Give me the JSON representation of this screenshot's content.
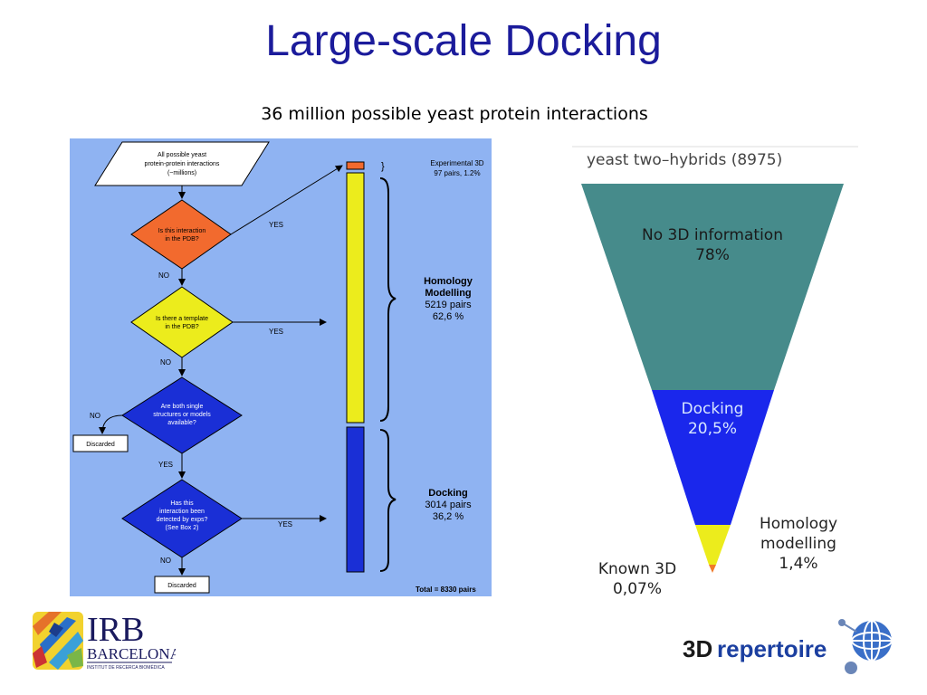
{
  "title": "Large-scale Docking",
  "subtitle": "36 million possible yeast protein interactions",
  "flowchart": {
    "start": [
      "All possible yeast",
      "protein-protein interactions",
      "(~millions)"
    ],
    "q1": [
      "Is this interaction",
      "in the PDB?"
    ],
    "q2": [
      "Is there a template",
      "in the PDB?"
    ],
    "q3": [
      "Are both single",
      "structures or models",
      "available?"
    ],
    "q4": [
      "Has this",
      "interaction been",
      "detected by exps?",
      "(See Box 2)"
    ],
    "yes": "YES",
    "no": "NO",
    "discarded": "Discarded",
    "experimental": [
      "Experimental 3D",
      "97 pairs,  1.2%"
    ],
    "homology": [
      "Homology",
      "Modelling",
      "5219 pairs",
      "62,6 %"
    ],
    "docking": [
      "Docking",
      "3014 pairs",
      "36,2 %"
    ],
    "total": "Total = 8330 pairs",
    "colors": {
      "background": "#8fb3f2",
      "q1": "#f26a2e",
      "q2": "#ecec1c",
      "blue": "#1a2fd6"
    }
  },
  "funnel": {
    "header": "yeast two–hybrids (8975)",
    "segments": [
      {
        "label": "No 3D information",
        "percent": "78%",
        "share": 0.78,
        "color": "#468b8b"
      },
      {
        "label": "Docking",
        "percent": "20,5%",
        "share": 0.205,
        "color": "#1a27ec"
      },
      {
        "label": "Homology modelling",
        "percent": "1,4%",
        "share": 0.014,
        "color": "#ecec1c"
      },
      {
        "label": "Known 3D",
        "percent": "0,07%",
        "share": 0.0007,
        "color": "#f07a2a"
      }
    ],
    "hom_label": [
      "Homology",
      "modelling",
      "1,4%"
    ],
    "known_label": [
      "Known 3D",
      "0,07%"
    ]
  },
  "logos": {
    "irb": {
      "name": "IRB",
      "city": "BARCELONA",
      "tagline": "INSTITUT DE RECERCA BIOMÈDICA"
    },
    "repertoire": {
      "prefix": "3D",
      "name": "repertoire"
    }
  }
}
